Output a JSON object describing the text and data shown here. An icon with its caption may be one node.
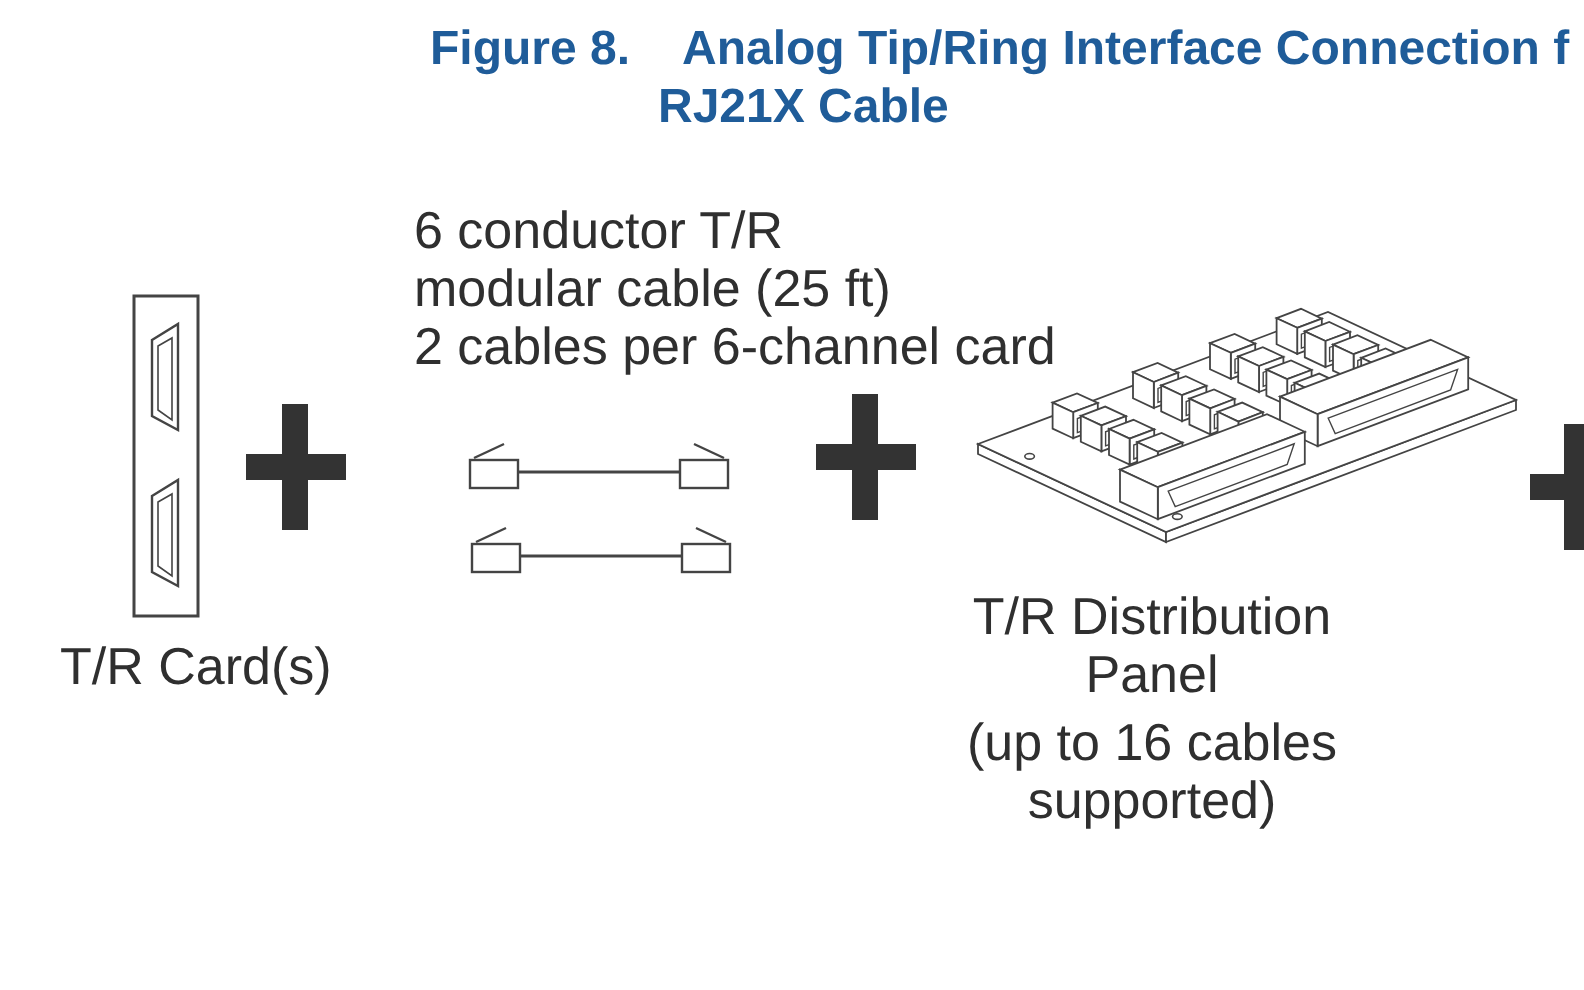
{
  "diagram": {
    "title": "Analog Tip/Ring Interface Connection f RJ21X Cable",
    "nodes": [
      {
        "text": [
          "T/R Card(s)"
        ]
      },
      {
        "text": [
          "6 conductor T/R modular cable (25 ft)",
          "2 cables per 6-channel card"
        ]
      },
      {
        "text": [
          "T/R Distribution Panel",
          "(up to 16 cables supported)"
        ]
      }
    ],
    "labels": [
      "Figure 8."
    ]
  }
}
